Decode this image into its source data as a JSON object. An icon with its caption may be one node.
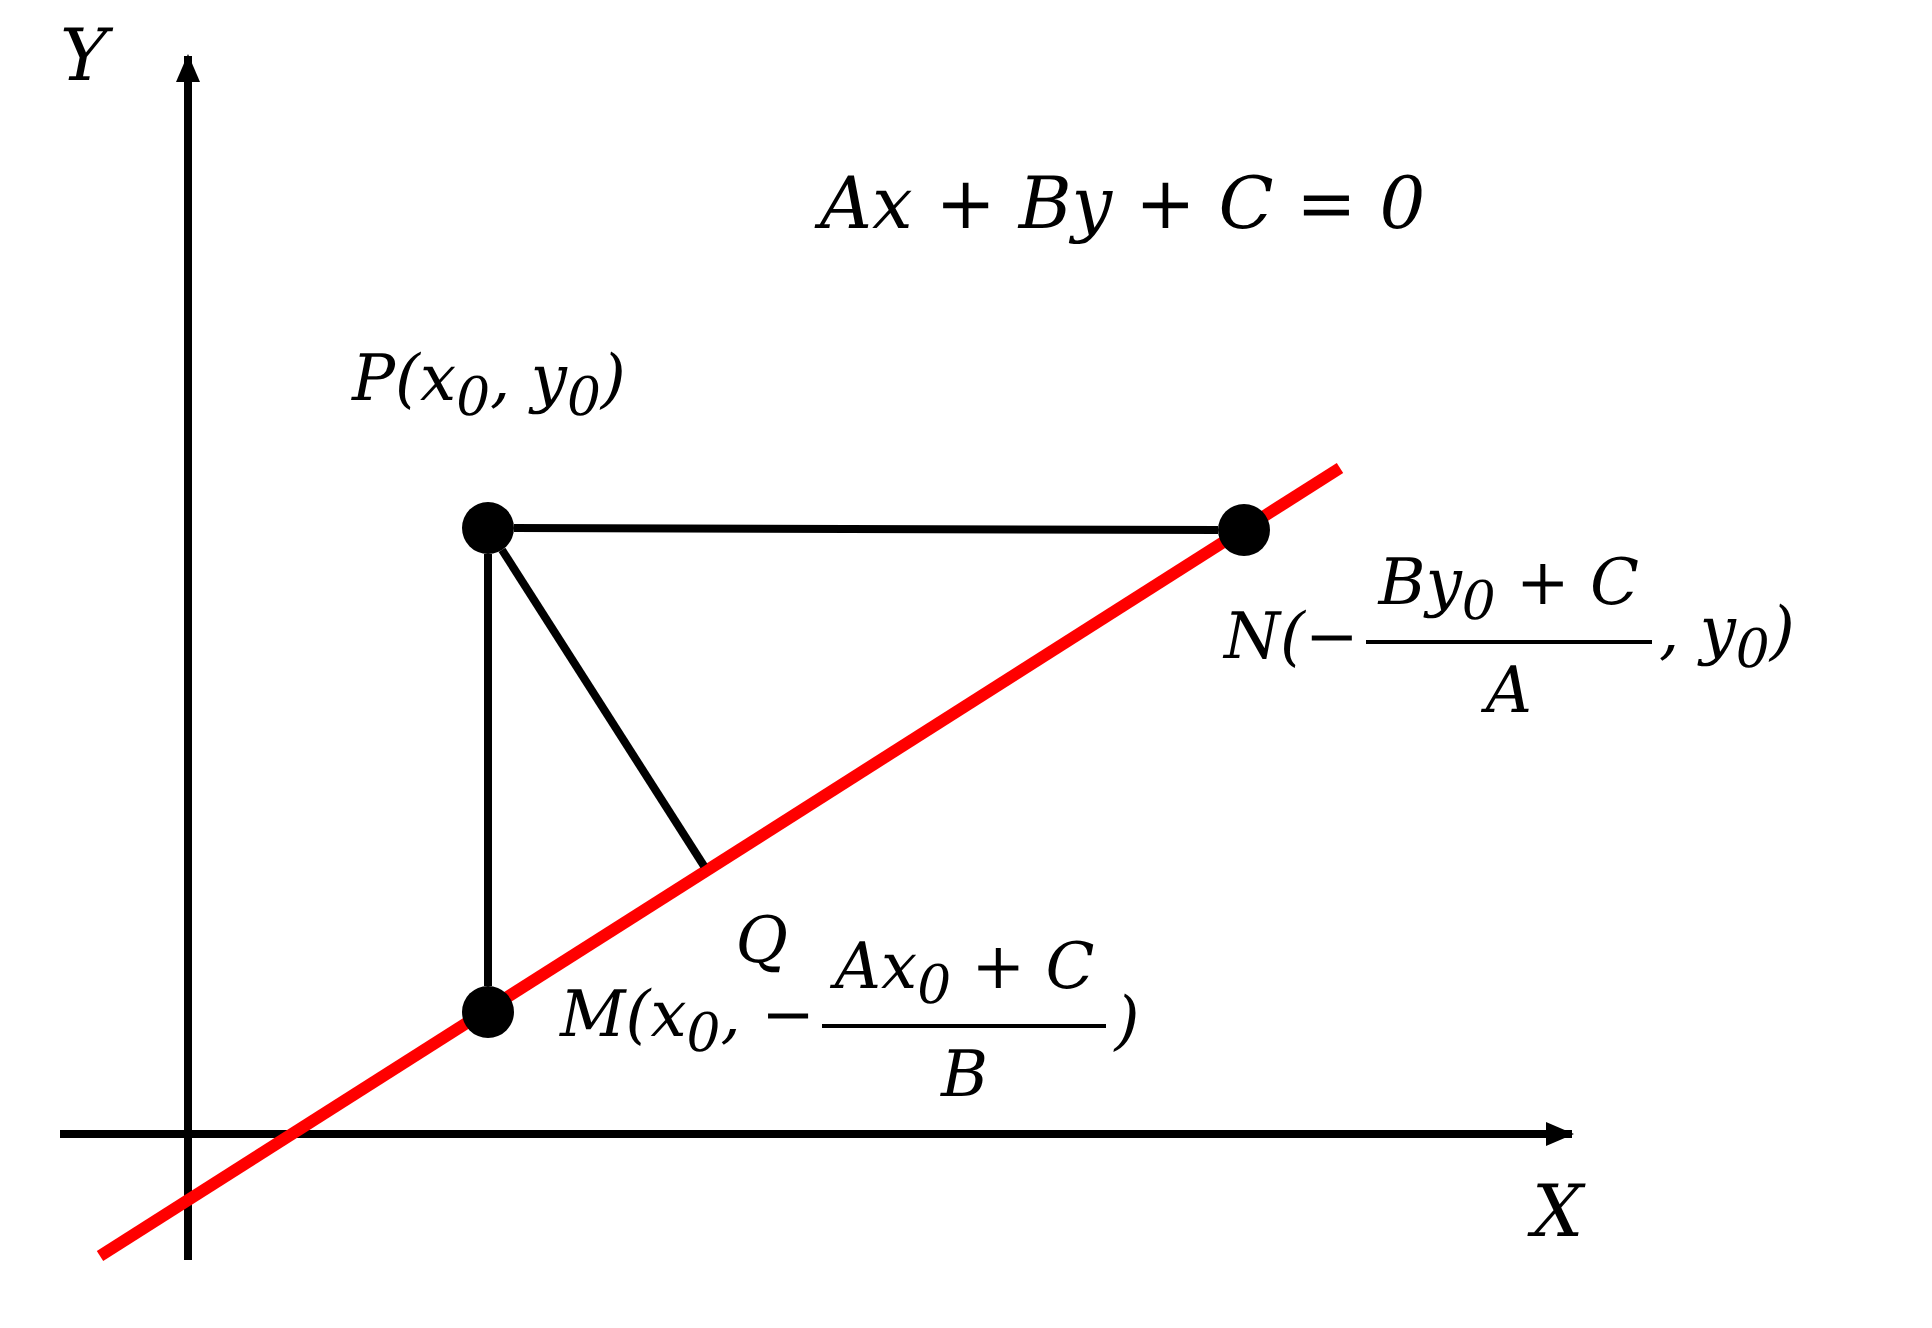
{
  "diagram": {
    "nodes": [
      {
        "text": [],
        "shape": "circle",
        "beside": [
          "P(x$_{0}$, y$_{0}$)"
        ]
      },
      {
        "text": [],
        "shape": "circle",
        "beside": [
          "N(−",
          "By$_{0}$ + C",
          "A",
          ", y$_{0}$)"
        ]
      },
      {
        "text": [
          "Q"
        ]
      },
      {
        "text": [],
        "shape": "circle",
        "beside": [
          "M(x$_{0}$, −",
          "Ax$_{0}$ + C",
          "B",
          ")"
        ]
      }
    ],
    "edges": [
      {
        "from": 0,
        "to": 1,
        "arrow": "none"
      },
      {
        "from": 0,
        "to": 3,
        "arrow": "none"
      },
      {
        "from": 0,
        "to": 2,
        "arrow": "none"
      }
    ],
    "labels": [
      "Y",
      "Ax + By + C = 0",
      "X"
    ]
  }
}
